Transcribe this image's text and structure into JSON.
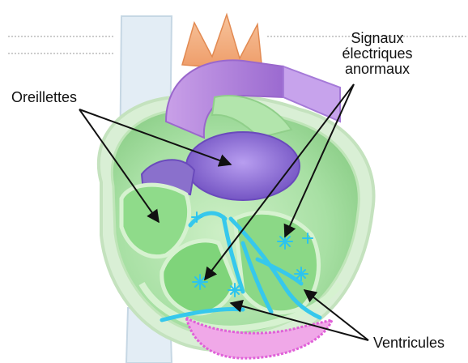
{
  "labels": {
    "oreillettes": "Oreillettes",
    "signaux": [
      "Signaux",
      "électriques",
      "anormaux"
    ],
    "ventricules": "Ventricules"
  },
  "colors": {
    "myocardium": "#a8e0a4",
    "heart_outline": "#d8ecd4",
    "aorta": "#b07ad8",
    "pulmonary_vessels": "#f2a878",
    "vena_cava": "#dce8f0",
    "atria_chamber": "#7e5cc8",
    "electrical_signals": "#33c6e8",
    "apex_tissue": "#e060d8",
    "arrows": "#111111"
  }
}
